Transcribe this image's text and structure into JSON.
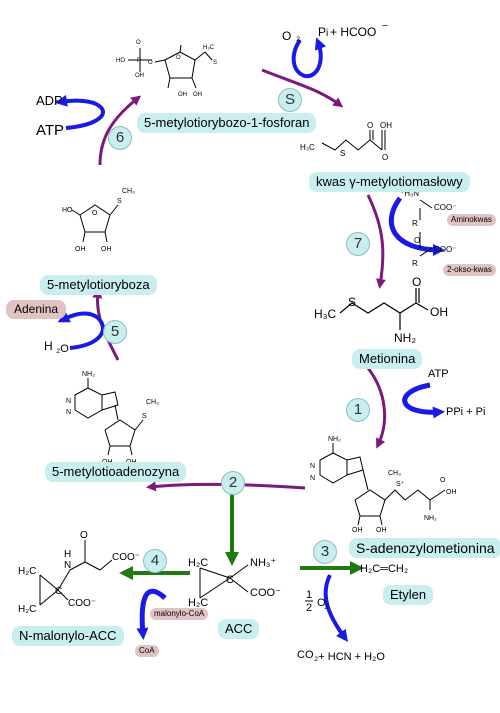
{
  "compounds": {
    "mtr1p": "5-metylotiorybozo-1-fosforan",
    "kmb": "kwas γ-metylotiomasłowy",
    "mtr": "5-metylotioryboza",
    "mta": "5-metylotioadenozyna",
    "met": "Metionina",
    "sam": "S-adenozylometionina",
    "nmacc": "N-malonylo-ACC",
    "acc": "ACC",
    "etylen": "Etylen"
  },
  "side": {
    "adenina": "Adenina",
    "aminokwas": "Aminokwas",
    "oksokwas": "2-okso-kwas",
    "malonylcoa": "malonylo-CoA",
    "coa": "CoA",
    "adp": "ADP",
    "atp_left": "ATP",
    "atp_right": "ATP",
    "ppi": "PPi + Pi",
    "h2o_left": "H",
    "o2_top": "O",
    "p_top": "P",
    "formate": "+ HCOO",
    "products3": "CO",
    "o2_half": "O"
  },
  "steps": [
    "1",
    "2",
    "3",
    "4",
    "5",
    "6",
    "7",
    "S"
  ],
  "colors": {
    "purple": "#7b1a7b",
    "blue": "#1a1ae6",
    "green": "#1f7a12",
    "pill": "#c8eef0",
    "pink": "#e0c3c3"
  }
}
